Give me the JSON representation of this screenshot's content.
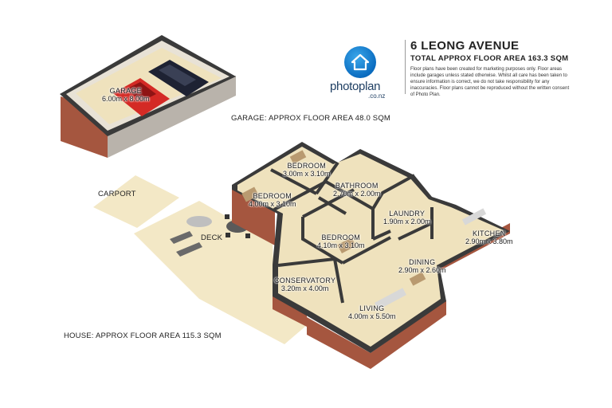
{
  "header": {
    "title": "6 LEONG AVENUE",
    "subtitle": "TOTAL APPROX FLOOR AREA 163.3 SQM",
    "disclaimer": "Floor plans have been created for marketing purposes only. Floor areas include garages unless stated otherwise. Whilst all care has been taken to ensure information is correct, we do not take responsibility for any inaccuracies. Floor plans cannot be reproduced without the written consent of Photo Plan."
  },
  "logo": {
    "brand": "photoplan",
    "sub": ".co.nz",
    "icon": "house-icon",
    "color": "#0a76c8"
  },
  "areas": {
    "garage": "GARAGE: APPROX FLOOR AREA 48.0 SQM",
    "house": "HOUSE: APPROX FLOOR AREA 115.3 SQM"
  },
  "rooms": {
    "garage": {
      "name": "GARAGE",
      "dims": "6.00m x 8.00m"
    },
    "bedroom1": {
      "name": "BEDROOM",
      "dims": "3.00m x 3.10m"
    },
    "bathroom": {
      "name": "BATHROOM",
      "dims": "2.70m x 2.00m"
    },
    "bedroom2": {
      "name": "BEDROOM",
      "dims": "4.00m x 3.10m"
    },
    "laundry": {
      "name": "LAUNDRY",
      "dims": "1.90m x 2.00m"
    },
    "kitchen": {
      "name": "KITCHEN",
      "dims": "2.90m x 3.80m"
    },
    "bedroom3": {
      "name": "BEDROOM",
      "dims": "4.10m x 3.10m"
    },
    "dining": {
      "name": "DINING",
      "dims": "2.90m x 2.60m"
    },
    "conservatory": {
      "name": "CONSERVATORY",
      "dims": "3.20m x 4.00m"
    },
    "living": {
      "name": "LIVING",
      "dims": "4.00m x 5.50m"
    }
  },
  "outdoor": {
    "carport": "CARPORT",
    "deck": "DECK"
  },
  "colors": {
    "floor": "#efe2bd",
    "wall_top": "#3a3a3a",
    "brick": "#a5563f",
    "outdoor": "#f3e8c6",
    "accent": "#0a76c8"
  }
}
